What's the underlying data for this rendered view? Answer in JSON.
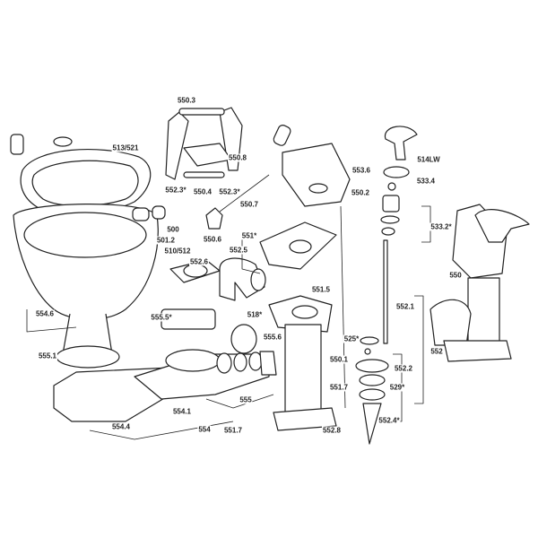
{
  "diagram": {
    "type": "exploded parts diagram",
    "labels": [
      "550.3",
      "513/521",
      "550.8",
      "552.3*",
      "550.4",
      "552.3*",
      "550.7",
      "553.6",
      "550.2",
      "500",
      "501.2",
      "550.6",
      "551*",
      "510/512",
      "552.5",
      "552.6",
      "551.5",
      "554.6",
      "555.5*",
      "518*",
      "555.6",
      "555.1",
      "550.1",
      "555",
      "551.7",
      "554.1",
      "554.4",
      "554",
      "551.7",
      "552.8",
      "514LW",
      "533.4",
      "533.2*",
      "550",
      "552.1",
      "525*",
      "552",
      "552.2",
      "529*",
      "552.4*"
    ],
    "colors": {
      "line": "#222222",
      "background": "#ffffff"
    }
  }
}
